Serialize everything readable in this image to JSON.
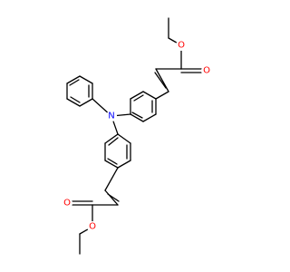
{
  "molecule": {
    "colors": {
      "bond": "#000000",
      "oxygen": "#ff0000",
      "nitrogen": "#0000ff"
    },
    "atom_labels": {
      "n_center": "N",
      "o_top_carbonyl": "O",
      "o_top_ester": "O",
      "o_bottom_carbonyl": "O",
      "o_bottom_ester": "O"
    }
  }
}
